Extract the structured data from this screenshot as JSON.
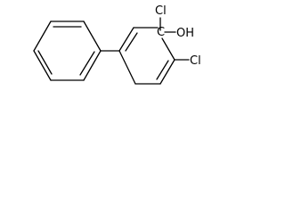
{
  "molecule": {
    "atom_labels": {
      "cl_top": "Cl",
      "oh": "OH",
      "cl_bottom": "Cl",
      "carbon": "C"
    }
  },
  "colors": {
    "background": "#ffffff",
    "ink": "#000000"
  }
}
